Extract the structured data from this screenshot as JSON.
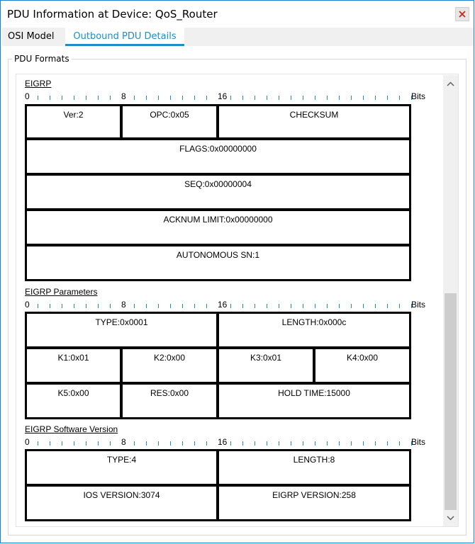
{
  "window": {
    "title": "PDU Information at Device: QoS_Router"
  },
  "tabs": {
    "osi": "OSI Model",
    "outbound": "Outbound PDU Details"
  },
  "group": {
    "legend": "PDU Formats"
  },
  "ruler": {
    "start": "0",
    "mid": "8",
    "sixteen": "16",
    "bits": "Bits"
  },
  "sections": {
    "eigrp": {
      "title": "EIGRP",
      "ver": "Ver:2",
      "opc": "OPC:0x05",
      "checksum": "CHECKSUM",
      "flags": "FLAGS:0x00000000",
      "seq": "SEQ:0x00000004",
      "acknum": "ACKNUM LIMIT:0x00000000",
      "asn": "AUTONOMOUS SN:1"
    },
    "params": {
      "title": "EIGRP Parameters",
      "type": "TYPE:0x0001",
      "length": "LENGTH:0x000c",
      "k1": "K1:0x01",
      "k2": "K2:0x00",
      "k3": "K3:0x01",
      "k4": "K4:0x00",
      "k5": "K5:0x00",
      "res": "RES:0x00",
      "hold": "HOLD TIME:15000"
    },
    "version": {
      "title": "EIGRP Software Version",
      "type": "TYPE:4",
      "length": "LENGTH:8",
      "ios": "IOS VERSION:3074",
      "eigrp": "EIGRP VERSION:258"
    }
  },
  "icons": {
    "close": "close-icon",
    "scroll_up": "chevron-up-icon",
    "scroll_down": "chevron-down-icon"
  }
}
